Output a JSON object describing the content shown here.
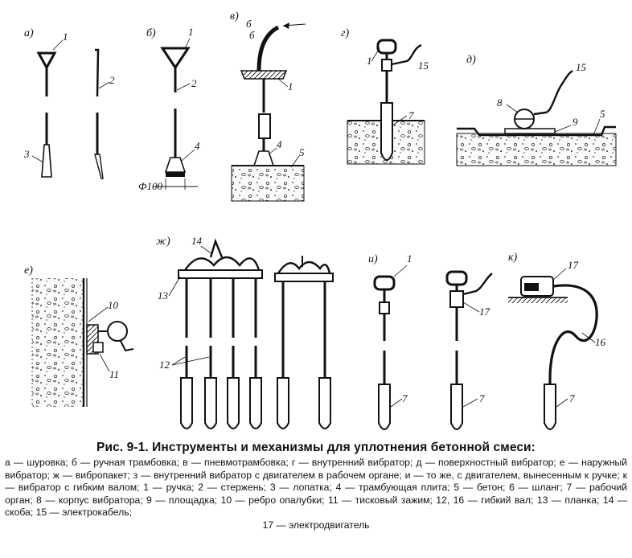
{
  "figure": {
    "panels": {
      "a": "а)",
      "b": "б)",
      "v": "в)",
      "g": "г)",
      "d": "д)",
      "e": "е)",
      "zh": "ж)",
      "i": "и)",
      "k": "к)"
    },
    "labels": {
      "a1": "1",
      "a2": "2",
      "a3": "3",
      "b1": "1",
      "b2": "2",
      "b4": "4",
      "b_dim": "Ф100",
      "v6a": "б",
      "v6b": "б",
      "v1": "1",
      "v4": "4",
      "v5": "5",
      "g1": "1",
      "g15": "15",
      "g7": "7",
      "d8": "8",
      "d15": "15",
      "d9": "9",
      "d5": "5",
      "e10": "10",
      "e11": "11",
      "zh14": "14",
      "zh13": "13",
      "zh12": "12",
      "i1": "1",
      "i7a": "7",
      "i17": "17",
      "i7b": "7",
      "k17": "17",
      "k16": "16",
      "k7": "7"
    }
  },
  "caption": {
    "title": "Рис. 9-1. Инструменты и механизмы для уплотнения бетонной смеси:",
    "legend": "а — шуровка; б — ручная трамбовка; в — пневмотрамбовка; г — внутренний вибратор; д — поверхностный вибратор; е — наружный вибратор; ж — вибропакет; з — внутренний вибратор с двигателем в рабочем органе; и — то же, с двигателем, вынесенным к ручке; к — вибратор с гибким валом; 1 — ручка; 2 — стержень; 3 — лопатка; 4 — трамбующая плита; 5 — бетон; 6 — шланг; 7 — рабочий орган; 8 — корпус вибратора; 9 — площадка; 10 — ребро опалубки; 11 — тисковый зажим; 12, 16 — гибкий вал; 13 — планка; 14 — скоба; 15 — электрокабель;",
    "legend_last": "17 — электродвигатель"
  }
}
